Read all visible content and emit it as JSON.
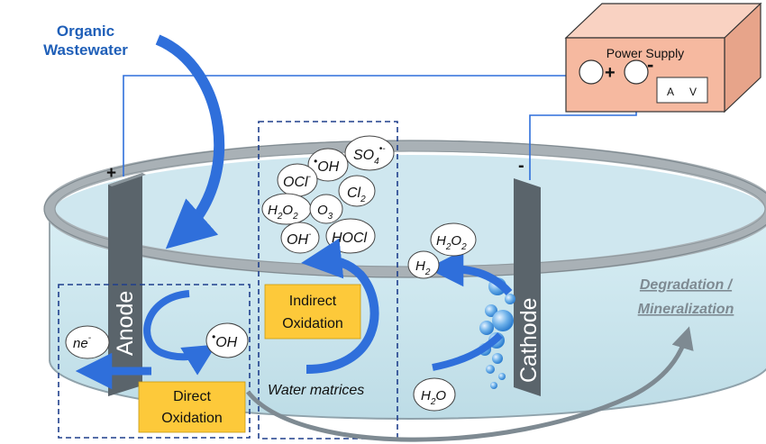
{
  "input": {
    "line1": "Organic",
    "line2": "Wastewater"
  },
  "power_supply": {
    "title": "Power Supply",
    "plus": "+",
    "minus": "-",
    "meter_a": "A",
    "meter_v": "V"
  },
  "electrodes": {
    "anode_label": "Anode",
    "cathode_label": "Cathode",
    "anode_sign": "+",
    "cathode_sign": "-"
  },
  "species": [
    {
      "main": "SO",
      "sub": "4",
      "sup": "•-"
    },
    {
      "pre": "•",
      "main": "OH"
    },
    {
      "main": "OCl",
      "sup": "-"
    },
    {
      "main": "Cl",
      "sub": "2"
    },
    {
      "main": "H",
      "sub": "2",
      "main2": "O",
      "sub2": "2"
    },
    {
      "main": "O",
      "sub": "3"
    },
    {
      "main": "OH",
      "sup": "-"
    },
    {
      "main": "HOCl"
    }
  ],
  "cathode_species": {
    "h2o2": {
      "main": "H",
      "sub": "2",
      "main2": "O",
      "sub2": "2"
    },
    "h2": {
      "main": "H",
      "sub": "2"
    },
    "h2o": {
      "main": "H",
      "sub": "2",
      "main2": "O"
    }
  },
  "direct": {
    "electron": {
      "main": "ne",
      "sup": "-"
    },
    "radical": {
      "pre": "•",
      "main": "OH"
    }
  },
  "labels": {
    "indirect_line1": "Indirect",
    "indirect_line2": "Oxidation",
    "direct_line1": "Direct",
    "direct_line2": "Oxidation",
    "water_matrices": "Water matrices"
  },
  "output": {
    "line1": "Degradation /",
    "line2": "Mineralization"
  },
  "colors": {
    "blue_text": "#1f5fb8",
    "arrow_blue": "#2f6fdb",
    "box_yellow": "#fdc93a",
    "power_fill": "#f6b9a0",
    "water_fill": "#c5e4ec",
    "electrode": "#5a646b",
    "output_grey": "#7e8a92",
    "dashed": "#1f3f8c",
    "rim": "#a9b1b6"
  }
}
